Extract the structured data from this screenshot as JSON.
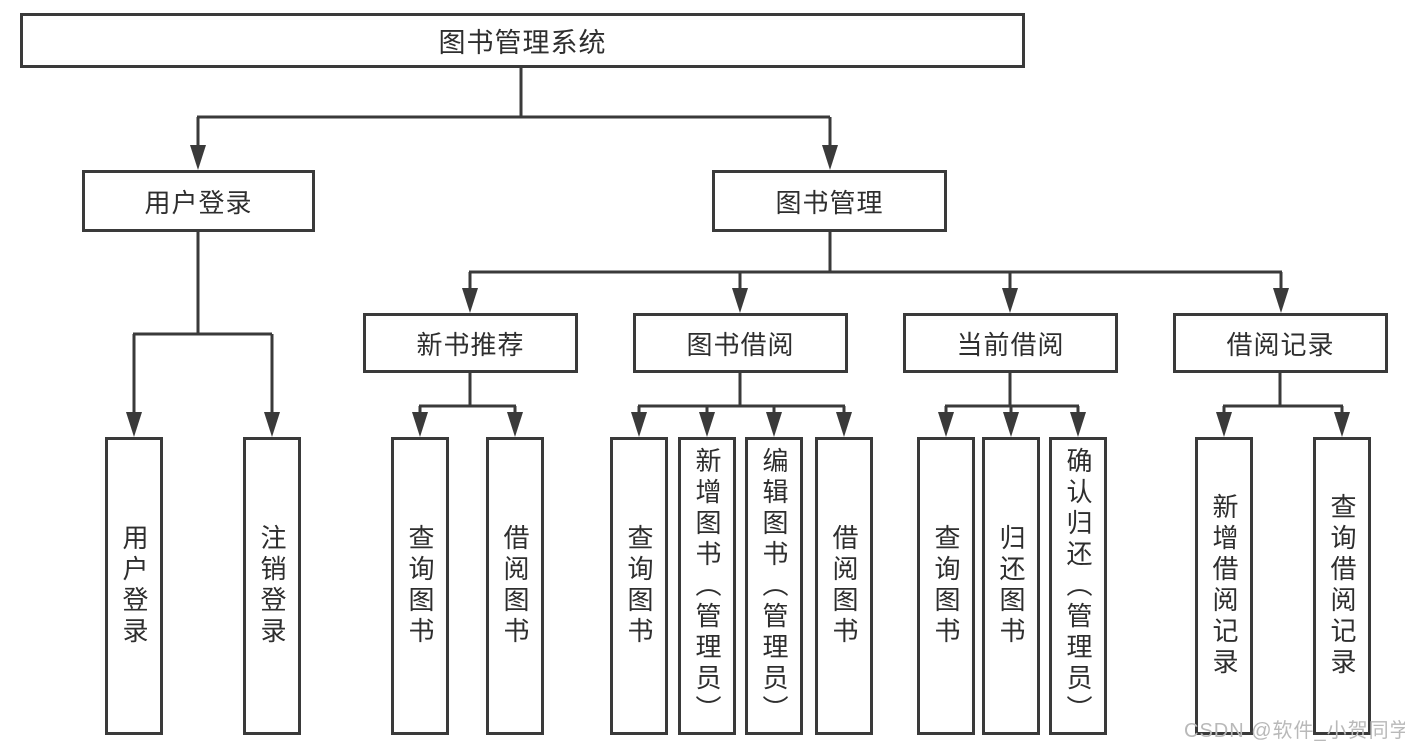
{
  "watermark": "CSDN @软件_小贺同学",
  "colors": {
    "line": "#3a3a3a",
    "box_border": "#3a3a3a",
    "text": "#2e2e2e",
    "watermark_text": "#b9b9b9",
    "background": "#ffffff"
  },
  "tree": {
    "root": "图书管理系统",
    "login_branch": {
      "label": "用户登录",
      "children": [
        "用户登录",
        "注销登录"
      ]
    },
    "manage_branch": {
      "label": "图书管理",
      "groups": [
        {
          "label": "新书推荐",
          "children": [
            "查询图书",
            "借阅图书"
          ]
        },
        {
          "label": "图书借阅",
          "children": [
            "查询图书",
            "新增图书（管理员）",
            "编辑图书（管理员）",
            "借阅图书"
          ]
        },
        {
          "label": "当前借阅",
          "children": [
            "查询图书",
            "归还图书",
            "确认归还（管理员）"
          ]
        },
        {
          "label": "借阅记录",
          "children": [
            "新增借阅记录",
            "查询借阅记录"
          ]
        }
      ]
    }
  }
}
